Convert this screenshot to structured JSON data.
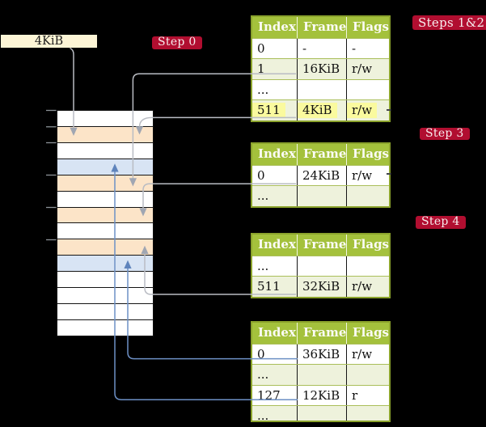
{
  "frame_label": "4KiB",
  "badges": {
    "step0": "Step 0",
    "steps12": "Steps 1&2",
    "step3": "Step 3",
    "step4": "Step 4"
  },
  "memory_column": {
    "pattern": [
      "white",
      "peach",
      "white",
      "blue",
      "peach",
      "white",
      "peach",
      "white",
      "peach",
      "blue",
      "white",
      "white",
      "white",
      "white"
    ]
  },
  "tables": [
    {
      "headers": [
        "Index",
        "Frame",
        "Flags"
      ],
      "rows": [
        {
          "cells": [
            "0",
            "-",
            "-"
          ],
          "highlighted": false
        },
        {
          "cells": [
            "1",
            "16KiB",
            "r/w"
          ],
          "highlighted": false
        },
        {
          "cells": [
            "...",
            "",
            ""
          ],
          "highlighted": false
        },
        {
          "cells": [
            "511",
            "4KiB",
            "r/w"
          ],
          "highlighted": true
        }
      ]
    },
    {
      "headers": [
        "Index",
        "Frame",
        "Flags"
      ],
      "rows": [
        {
          "cells": [
            "0",
            "24KiB",
            "r/w"
          ],
          "highlighted": false
        },
        {
          "cells": [
            "...",
            "",
            ""
          ],
          "highlighted": false
        }
      ]
    },
    {
      "headers": [
        "Index",
        "Frame",
        "Flags"
      ],
      "rows": [
        {
          "cells": [
            "...",
            "",
            ""
          ],
          "highlighted": false
        },
        {
          "cells": [
            "511",
            "32KiB",
            "r/w"
          ],
          "highlighted": false
        }
      ]
    },
    {
      "headers": [
        "Index",
        "Frame",
        "Flags"
      ],
      "rows": [
        {
          "cells": [
            "0",
            "36KiB",
            "r/w"
          ],
          "highlighted": false
        },
        {
          "cells": [
            "...",
            "",
            ""
          ],
          "highlighted": false
        },
        {
          "cells": [
            "127",
            "12KiB",
            "r"
          ],
          "highlighted": false
        },
        {
          "cells": [
            "...",
            "",
            ""
          ],
          "highlighted": false
        }
      ]
    }
  ],
  "connectors": [
    {
      "from": "frame-label-4kib",
      "to": "memory-row-2",
      "color": "gray"
    },
    {
      "from": "table-1-entry-1",
      "to": "memory-row-5",
      "color": "gray"
    },
    {
      "from": "table-1-entry-511",
      "to": "memory-row-2",
      "color": "gray"
    },
    {
      "from": "table-2-entry-0",
      "to": "memory-row-7",
      "color": "gray"
    },
    {
      "from": "table-3-entry-511",
      "to": "memory-row-9",
      "color": "gray"
    },
    {
      "from": "table-4-entry-0",
      "to": "memory-row-10",
      "color": "blue"
    },
    {
      "from": "table-4-entry-127",
      "to": "memory-row-4",
      "color": "blue"
    }
  ],
  "colors": {
    "background": "#000000",
    "table_header_green": "#a4c13c",
    "table_border_olive": "#8ba32c",
    "row_light_green": "#eef2dc",
    "row_peach": "#fce4c8",
    "row_blue": "#d8e4f4",
    "label_cream": "#fdf5d6",
    "badge_red": "#b10e30",
    "highlight_yellow": "#fafa9e",
    "arrow_gray": "#b9bcc3",
    "arrow_blue": "#6d90c5"
  }
}
